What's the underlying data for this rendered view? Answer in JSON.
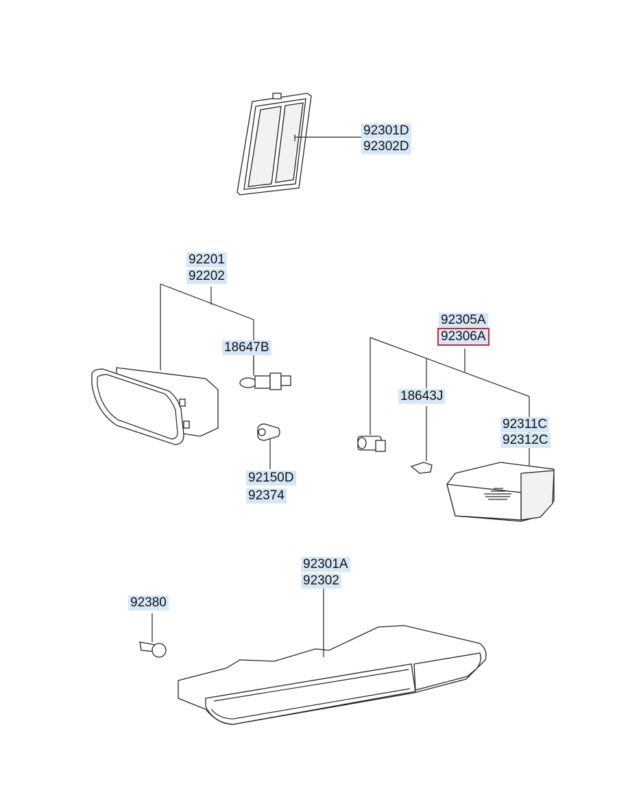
{
  "colors": {
    "label_bg": "#d6e8f7",
    "highlight": "#e0202a",
    "line": "#222222"
  },
  "labels": {
    "side_marker_upper": "92301D",
    "side_marker_lower": "92302D",
    "fog_lamp_left_upper": "92201",
    "fog_lamp_left_lower": "92202",
    "bulb_18647b": "18647B",
    "clip_upper": "92150D",
    "clip_lower": "92374",
    "corner_lamp_upper": "92305A",
    "corner_lamp_lower": "92306A",
    "bulb_18643j": "18643J",
    "lens_upper": "92311C",
    "lens_lower": "92312C",
    "turn_lamp_upper": "92301A",
    "turn_lamp_lower": "92302",
    "screw_92380": "92380"
  },
  "selected_part": "92306A"
}
